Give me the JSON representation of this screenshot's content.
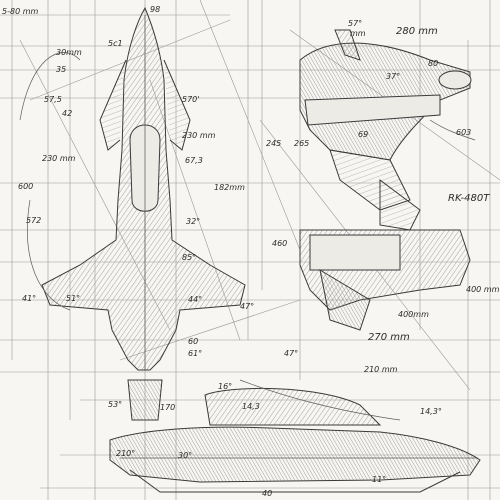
{
  "colors": {
    "paper": "#f7f6f2",
    "ink": "#2a2a2a",
    "pencil": "#6b6b6b",
    "hatch": "#9a9a9a"
  },
  "labels": {
    "top_left": "5-80 mm",
    "l30": "30mm",
    "l35": "35",
    "l575": "57,5",
    "l42": "42",
    "l230": "230 mm",
    "l600": "600",
    "l572": "572",
    "l41": "41°",
    "l51": "51°",
    "l5c": "5c1",
    "l98": "98",
    "l570": "570'",
    "l230b": "230 mm",
    "l673": "67,3",
    "l182": "182mm",
    "l32g": "32°",
    "l85": "85°",
    "l44": "44°",
    "l60": "60",
    "l61": "61°",
    "l47": "47°",
    "l47b": "47°",
    "l57": "57°",
    "l57mm": "mm",
    "l280": "280 mm",
    "l37": "37°",
    "l80": "80",
    "l603": "603",
    "l245": "245",
    "l265": "265",
    "l69": "69",
    "rk": "RK-480T",
    "l460": "460",
    "l400a": "400 mm",
    "l400b": "400mm",
    "l270": "270 mm",
    "l210": "210 mm",
    "l16": "16°",
    "l14": "14,3",
    "l143": "14,3°",
    "l53": "53°",
    "l170": "170",
    "l210b": "210°",
    "l30b": "30°",
    "l11": "11°",
    "l40": "40"
  }
}
